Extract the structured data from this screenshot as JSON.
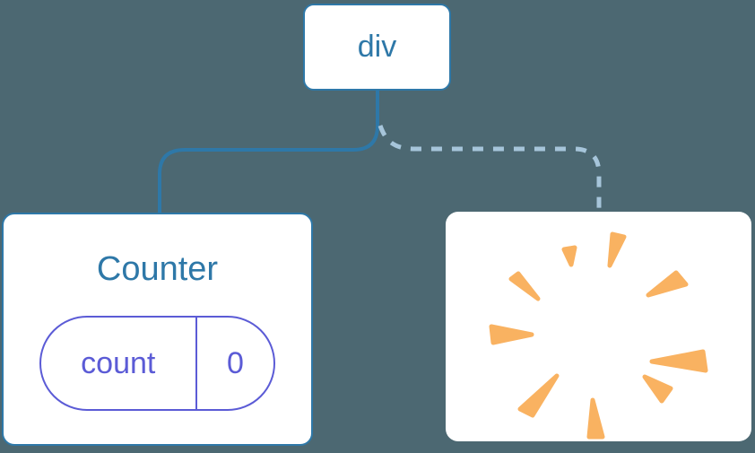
{
  "colors": {
    "background": "#4C6872",
    "node_blue": "#2E78A8",
    "edge_solid": "#2E78A8",
    "edge_dashed": "#A6C5DA",
    "state_indigo": "#5B5BD6",
    "poof_orange": "#F9B261",
    "card_white": "#FFFFFF"
  },
  "diagram": {
    "root": {
      "label": "div"
    },
    "counter": {
      "title": "Counter",
      "state": {
        "key": "count",
        "value": "0"
      }
    },
    "removed": {
      "icon": "poof-burst-icon"
    },
    "edges": [
      {
        "type": "solid",
        "from": "div",
        "to": "Counter"
      },
      {
        "type": "dashed",
        "from": "div",
        "to": "removed-node"
      }
    ]
  }
}
